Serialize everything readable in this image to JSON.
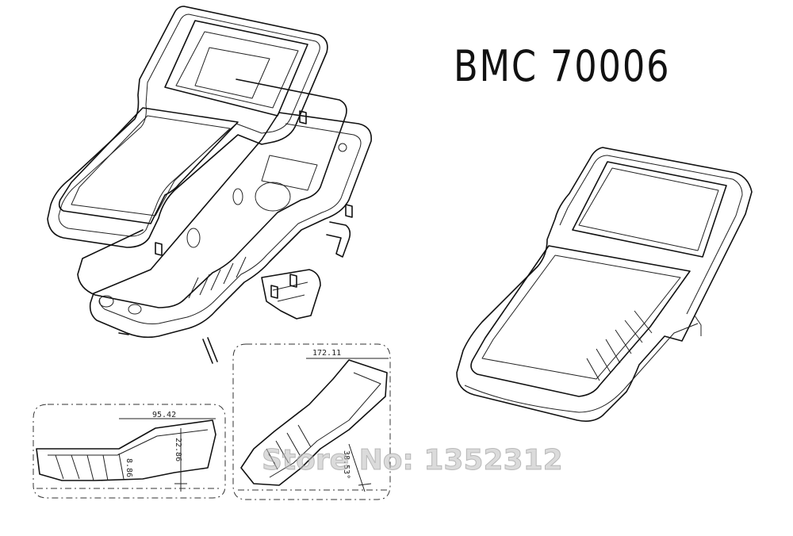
{
  "title": "BMC 70006",
  "dimensions": {
    "side_width": "95.42",
    "side_height": "22.86",
    "side_small": "8.86",
    "front_width": "172.11",
    "front_angle": "38.53°"
  },
  "watermark": "Store No: 1352312"
}
